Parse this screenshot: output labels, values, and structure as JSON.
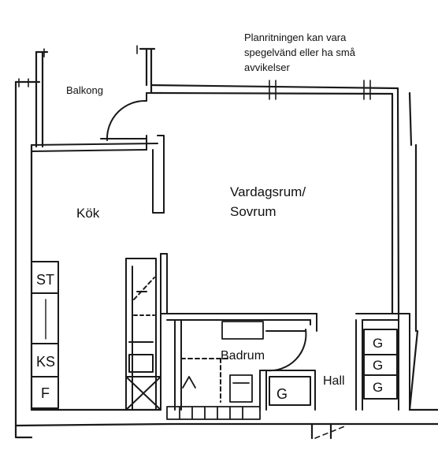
{
  "note": {
    "line1": "Planritningen kan vara",
    "line2": "spegelvänd eller ha små",
    "line3": "avvikelser"
  },
  "rooms": {
    "balkong": "Balkong",
    "kok": "Kök",
    "vardagsrum_line1": "Vardagsrum/",
    "vardagsrum_line2": "Sovrum",
    "badrum": "Badrum",
    "hall": "Hall"
  },
  "fixtures": {
    "st": "ST",
    "ks": "KS",
    "f": "F",
    "g_closet_bath": "G",
    "g_wardrobe_1": "G",
    "g_wardrobe_2": "G",
    "g_wardrobe_3": "G"
  }
}
